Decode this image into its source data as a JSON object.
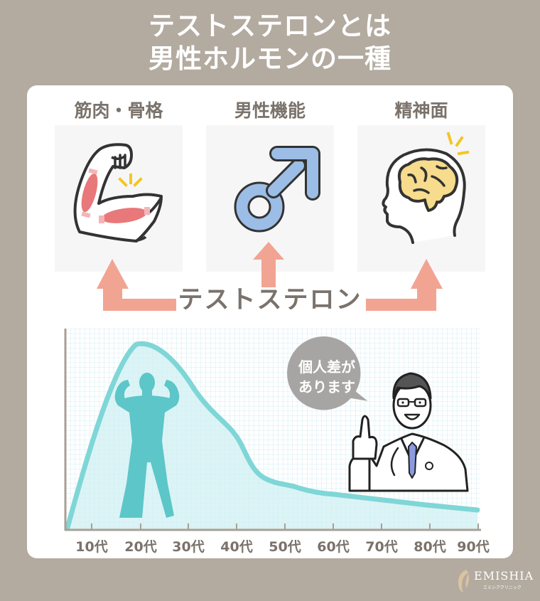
{
  "title": {
    "line1": "テストステロンとは",
    "line2": "男性ホルモンの一種"
  },
  "categories": [
    {
      "label": "筋肉・骨格",
      "icon": "flexed-arm-muscle-icon"
    },
    {
      "label": "男性機能",
      "icon": "male-symbol-icon"
    },
    {
      "label": "精神面",
      "icon": "brain-head-icon"
    }
  ],
  "hub_label": "テストステロン",
  "speech_bubble": {
    "line1": "個人差が",
    "line2": "あります"
  },
  "logo": {
    "name": "EMISHIA",
    "subtitle": "エミシアクリニック"
  },
  "colors": {
    "background": "#b3aaa0",
    "card": "#ffffff",
    "arrow": "#f2a493",
    "curve": "#7fd6d6",
    "area_fill": "#d6f2f4",
    "grid": "#bfe3ee",
    "axis": "#a89f95",
    "label_text": "#7a726b",
    "male_symbol": "#9bbde6",
    "brain": "#f6dc8c",
    "muscle": "#e8787a"
  },
  "chart_data": {
    "type": "area",
    "title": "",
    "xlabel": "",
    "ylabel": "",
    "categories": [
      "10代",
      "20代",
      "30代",
      "40代",
      "50代",
      "60代",
      "70代",
      "80代",
      "90代"
    ],
    "series": [
      {
        "name": "テストステロン",
        "x": [
          5,
          10,
          20,
          25,
          30,
          35,
          40,
          45,
          50,
          55,
          60,
          70,
          80,
          90
        ],
        "values": [
          1,
          38,
          95,
          91,
          78,
          66,
          48,
          34,
          24,
          20,
          18,
          14,
          12,
          9
        ]
      }
    ],
    "ylim": [
      0,
      100
    ],
    "grid": true,
    "legend": "none"
  }
}
